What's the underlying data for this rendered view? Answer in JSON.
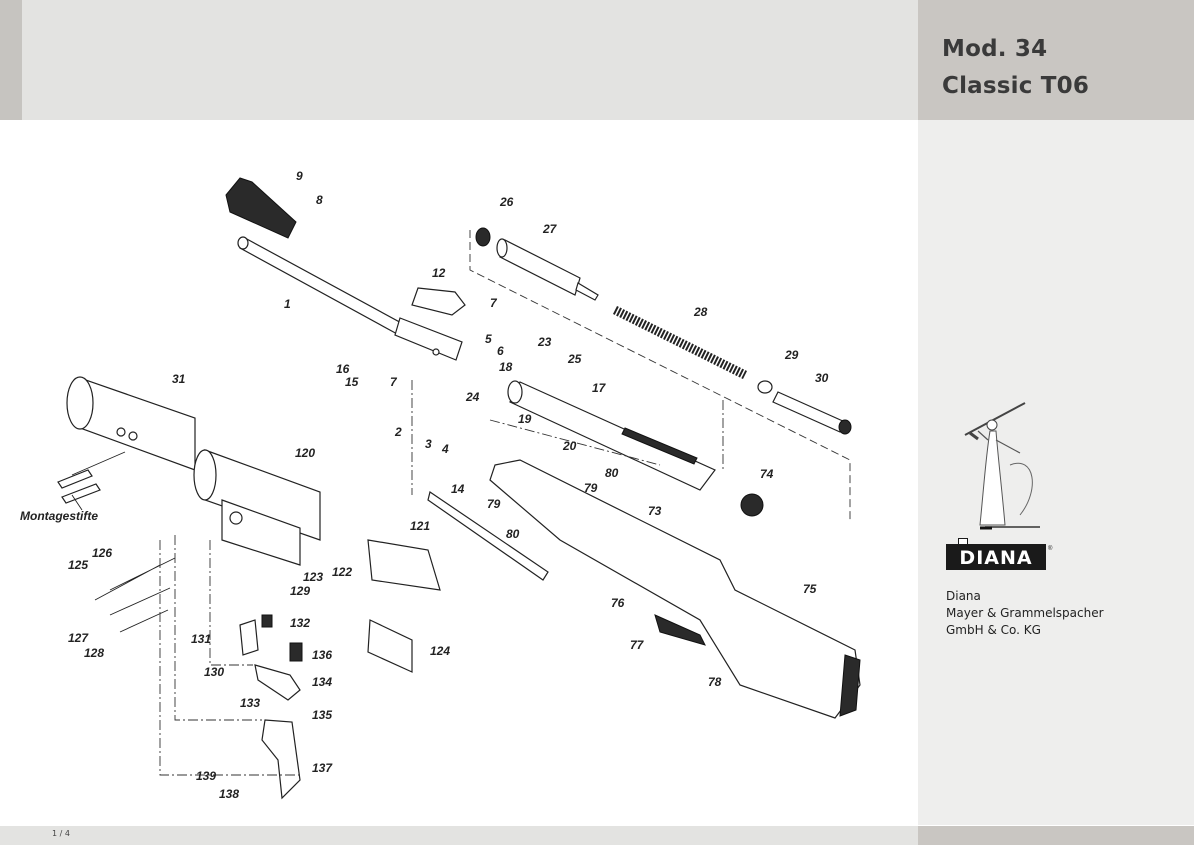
{
  "header": {
    "title_line1": "Mod. 34",
    "title_line2": "Classic T06"
  },
  "brand": {
    "logo_text": "DIANA",
    "company_lines": [
      "Diana",
      "Mayer & Grammelspacher",
      "GmbH & Co. KG"
    ]
  },
  "footer": {
    "page_number": "1 / 4"
  },
  "diagram": {
    "annotation": "Montagestifte",
    "part_numbers": [
      "1",
      "2",
      "3",
      "4",
      "5",
      "6",
      "7",
      "7",
      "8",
      "9",
      "12",
      "14",
      "15",
      "16",
      "17",
      "18",
      "19",
      "20",
      "23",
      "24",
      "25",
      "26",
      "27",
      "28",
      "29",
      "30",
      "31",
      "73",
      "74",
      "75",
      "76",
      "77",
      "78",
      "79",
      "79",
      "80",
      "80",
      "120",
      "121",
      "122",
      "123",
      "124",
      "125",
      "126",
      "127",
      "128",
      "129",
      "130",
      "131",
      "132",
      "133",
      "134",
      "135",
      "136",
      "137",
      "138",
      "139"
    ]
  },
  "colors": {
    "header_band": "#e3e3e1",
    "right_header": "#c9c6c2",
    "right_panel": "#eeeeed",
    "logo_bg": "#1a1a1a"
  }
}
